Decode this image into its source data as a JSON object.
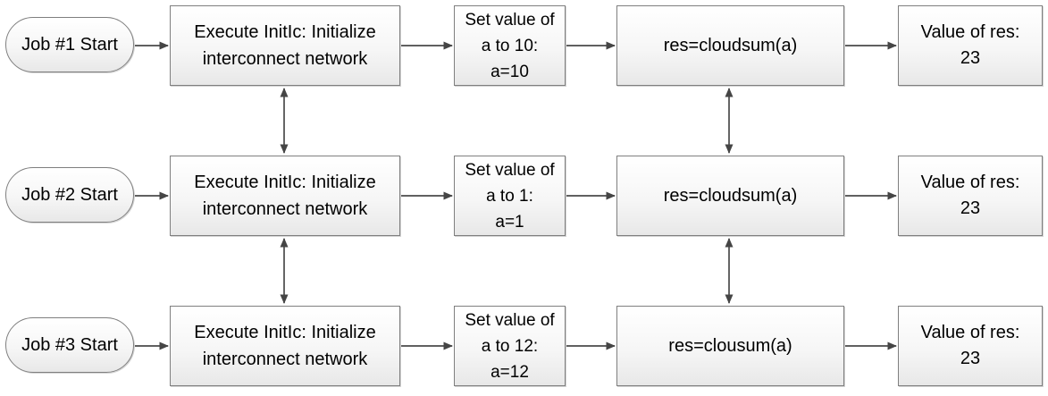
{
  "diagram": {
    "type": "flowchart",
    "colors": {
      "node_border": "#7f7f7f",
      "node_fill_top": "#ffffff",
      "node_fill_bottom": "#e8e8e8",
      "arrow": "#4a4a4a",
      "text": "#000000",
      "background": "#ffffff"
    },
    "rows": [
      {
        "start_label": "Job #1 Start",
        "init_label": "Execute InitIc: Initialize\ninterconnect network",
        "set_label": "Set value of\na to 10:\na=10",
        "compute_label": "res=cloudsum(a)",
        "result_label": "Value of res:\n23"
      },
      {
        "start_label": "Job #2 Start",
        "init_label": "Execute InitIc: Initialize\ninterconnect network",
        "set_label": "Set value of\na to 1:\na=1",
        "compute_label": "res=cloudsum(a)",
        "result_label": "Value of res:\n23"
      },
      {
        "start_label": "Job #3 Start",
        "init_label": "Execute InitIc: Initialize\ninterconnect network",
        "set_label": "Set value of\na to 12:\na=12",
        "compute_label": "res=clousum(a)",
        "result_label": "Value of res:\n23"
      }
    ]
  }
}
